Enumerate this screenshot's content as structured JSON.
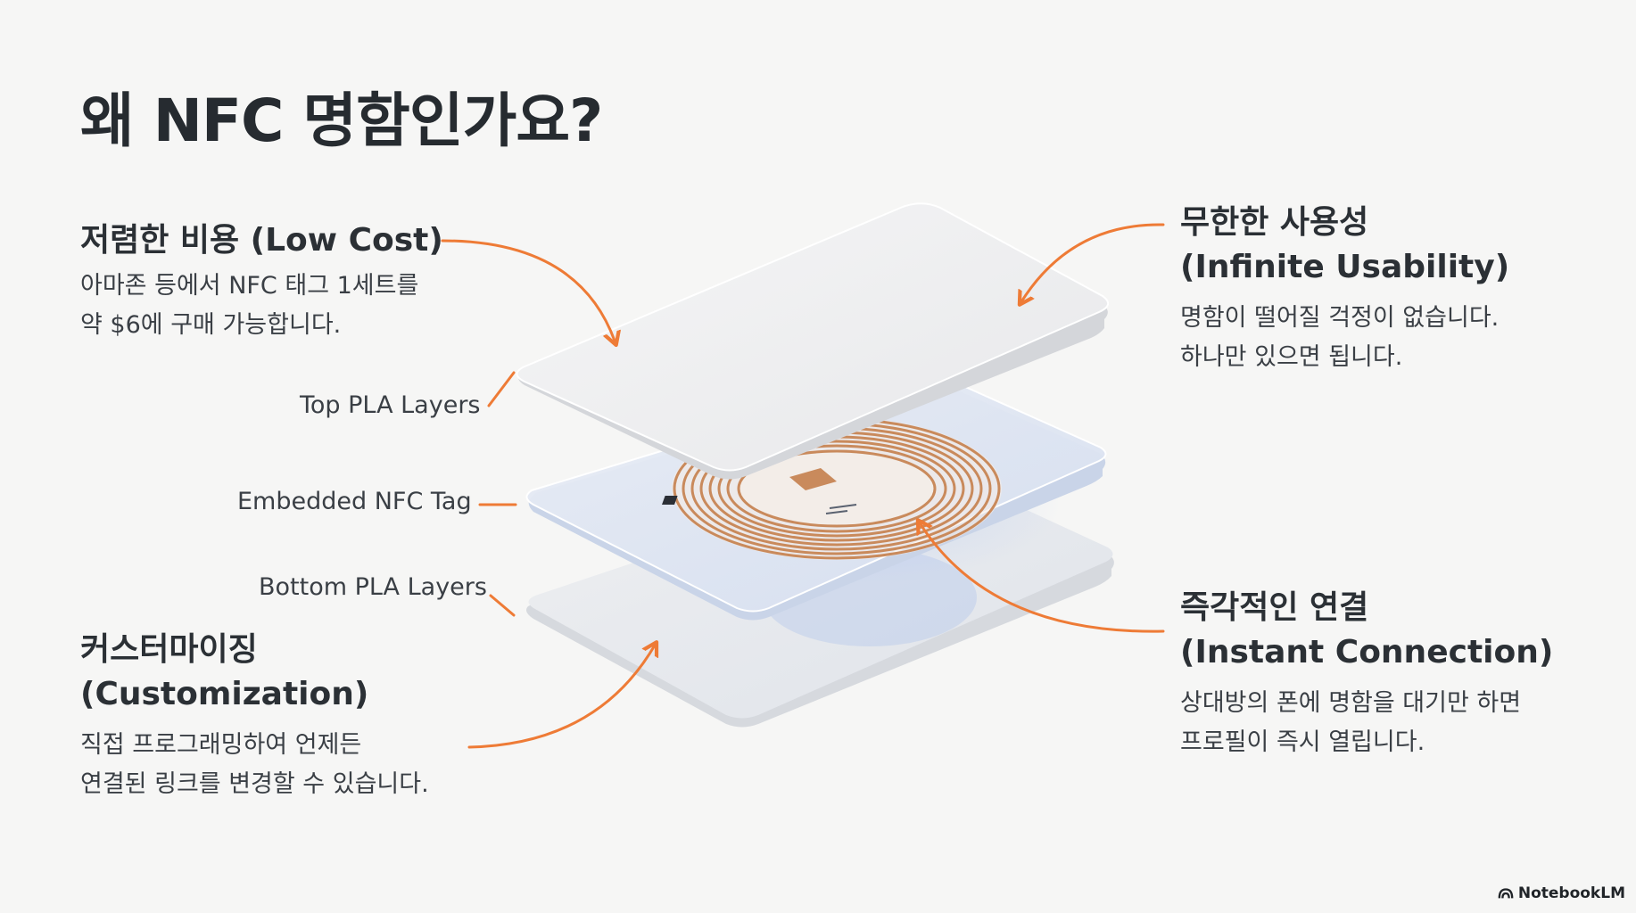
{
  "title": "왜 NFC 명함인가요?",
  "features": {
    "low_cost": {
      "title": "저렴한 비용 (Low Cost)",
      "desc_line1": "아마존 등에서 NFC 태그 1세트를",
      "desc_line2": "약 $6에 구매 가능합니다."
    },
    "infinite_usability": {
      "title_line1": "무한한 사용성",
      "title_line2": "(Infinite Usability)",
      "desc_line1": "명함이 떨어질 걱정이 없습니다.",
      "desc_line2": "하나만 있으면 됩니다."
    },
    "customization": {
      "title_line1": "커스터마이징",
      "title_line2": "(Customization)",
      "desc_line1": "직접 프로그래밍하여 언제든",
      "desc_line2": "연결된 링크를 변경할 수 있습니다."
    },
    "instant_connection": {
      "title_line1": "즉각적인 연결",
      "title_line2": "(Instant Connection)",
      "desc_line1": "상대방의 폰에 명함을 대기만 하면",
      "desc_line2": "프로필이 즉시 열립니다."
    }
  },
  "layers": {
    "top": "Top PLA Layers",
    "middle": "Embedded NFC Tag",
    "bottom": "Bottom PLA Layers"
  },
  "brand": "NotebookLM",
  "colors": {
    "accent": "#ee7b36",
    "title": "#262b30",
    "body_text": "#3a3f45",
    "background": "#f6f6f5",
    "copper": "#c98a5c"
  },
  "icons": {
    "brand": "notebooklm-logo-icon"
  }
}
